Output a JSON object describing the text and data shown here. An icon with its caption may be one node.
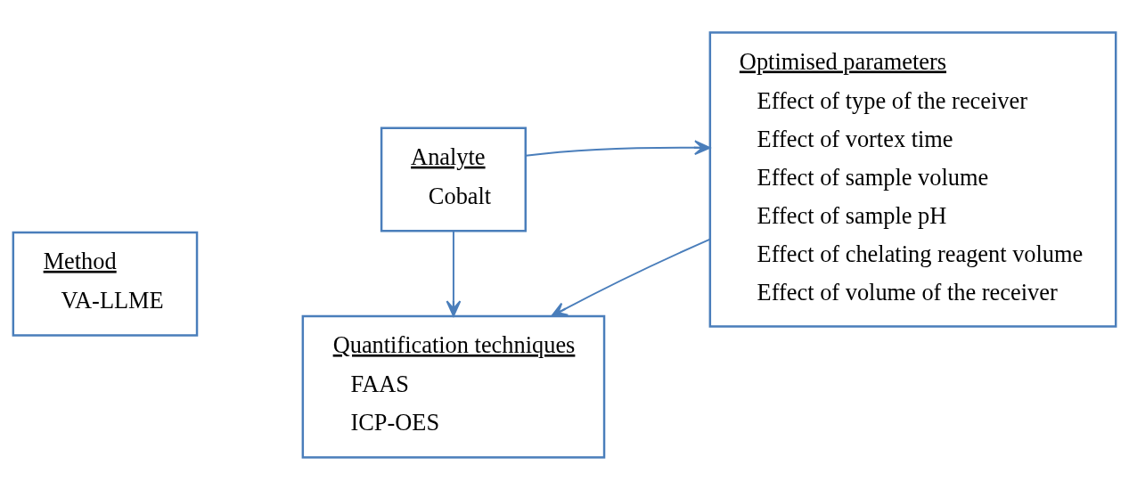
{
  "diagram": {
    "nodes": [
      {
        "text": [
          "Method",
          "VA-LLME"
        ]
      },
      {
        "text": [
          "Analyte",
          "Cobalt"
        ]
      },
      {
        "text": [
          "Quantification techniques",
          "FAAS",
          "ICP-OES"
        ]
      },
      {
        "text": [
          "Optimised parameters",
          "Effect of type of the receiver",
          "Effect of vortex time",
          "Effect of sample volume",
          "Effect of sample pH",
          "Effect of chelating reagent volume",
          "Effect of volume of the receiver"
        ]
      }
    ],
    "edges": [
      {
        "from": 1,
        "to": 3,
        "arrow": "to"
      },
      {
        "from": 1,
        "to": 2,
        "arrow": "to"
      },
      {
        "from": 3,
        "to": 2,
        "arrow": "to"
      }
    ]
  }
}
